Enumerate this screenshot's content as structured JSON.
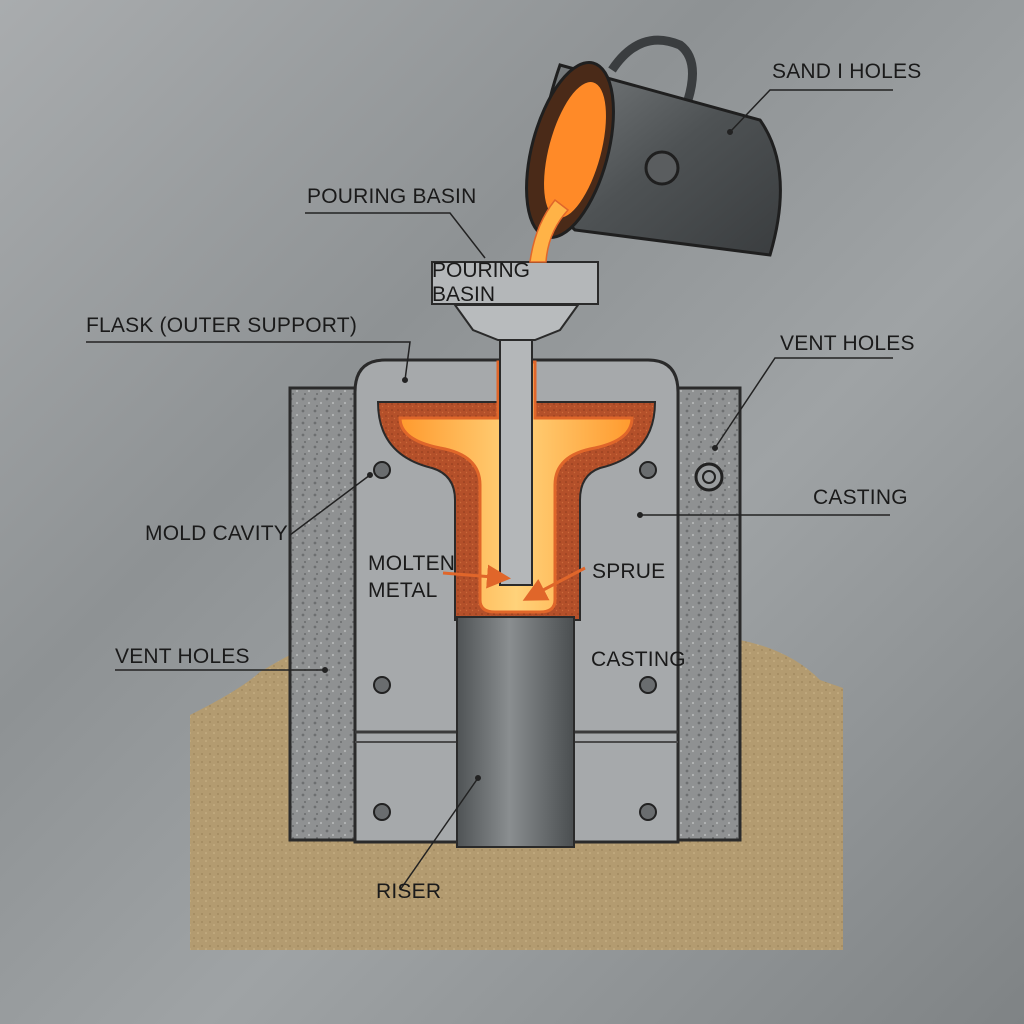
{
  "labels": {
    "sand_holes": "SAND I HOLES",
    "pouring_basin_top": "POURING BASIN",
    "pouring_basin_box": "POURING BASIN",
    "flask": "FLASK (OUTER SUPPORT)",
    "vent_holes_right": "VENT HOLES",
    "casting_right": "CASTING",
    "mold_cavity": "MOLD CAVITY",
    "molten_metal_line1": "MOLTEN",
    "molten_metal_line2": "METAL",
    "sprue": "SPRUE",
    "casting_inner": "CASTING",
    "vent_holes_left": "VENT HOLES",
    "riser": "RISER"
  },
  "colors": {
    "background": "#9a9ea0",
    "sand": "#b49c72",
    "flask_concrete": "#8d8f90",
    "mold_plate": "#a7aaac",
    "molten_core": "#ffb347",
    "molten_edge": "#e0662a",
    "mold_sand_red": "#b6532a",
    "riser": "#6f7375",
    "ladle": "#5e6163",
    "leader_line": "#222222"
  }
}
